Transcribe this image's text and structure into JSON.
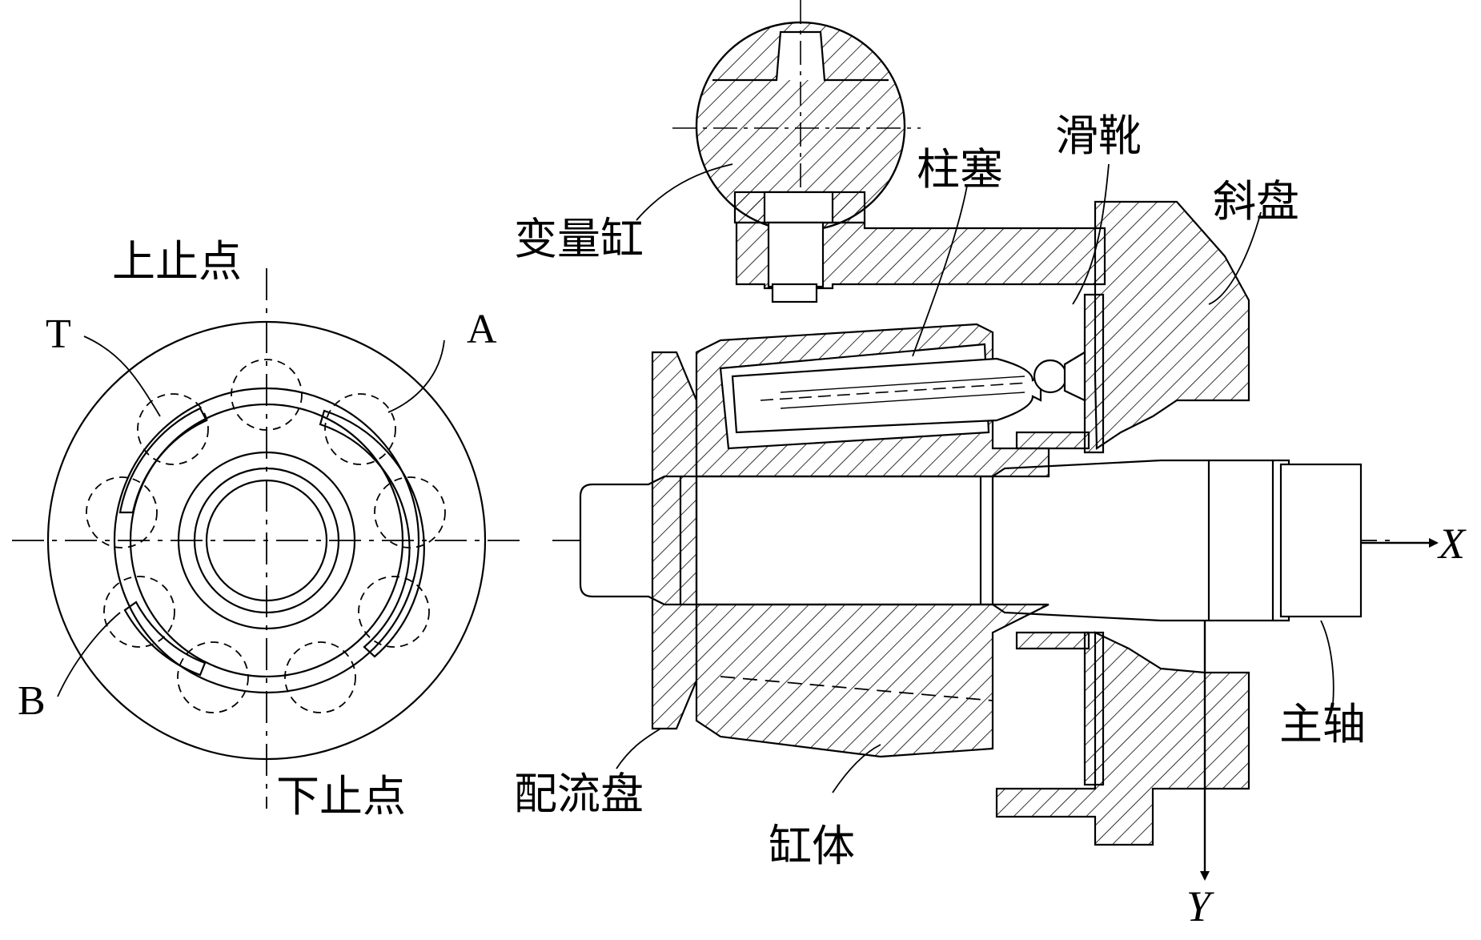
{
  "left_view": {
    "top_dead_center": "上止点",
    "bottom_dead_center": "下止点",
    "port_t": "T",
    "port_a": "A",
    "port_b": "B"
  },
  "section_view": {
    "variable_cylinder": "变量缸",
    "plunger": "柱塞",
    "slipper": "滑靴",
    "swashplate": "斜盘",
    "valve_plate": "配流盘",
    "cylinder_block": "缸体",
    "main_shaft": "主轴",
    "axis_x": "X",
    "axis_y": "Y"
  }
}
